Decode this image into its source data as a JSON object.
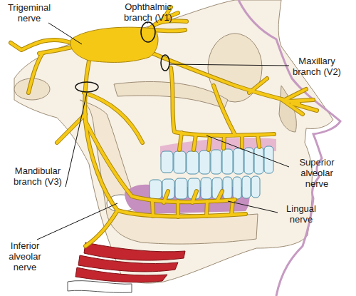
{
  "diagram": {
    "labels": [
      "Trigeminal nerve",
      "Ophthalmic branch (V1)",
      "Maxillary branch (V2)",
      "Superior alveolar nerve",
      "Mandibular branch (V3)",
      "Lingual nerve",
      "Inferior alveolar nerve"
    ]
  }
}
